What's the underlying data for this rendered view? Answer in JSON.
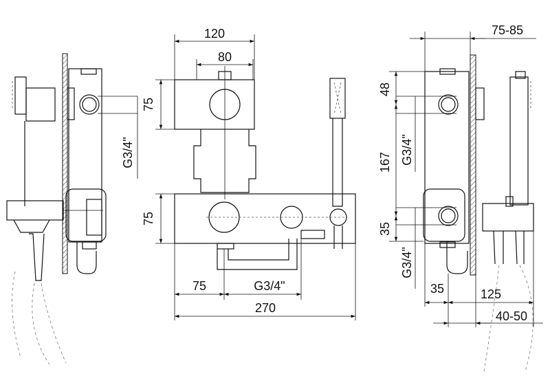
{
  "front_view": {
    "width_top": "120",
    "inner_width_top": "80",
    "height_upper": "75",
    "height_lower": "75",
    "thread_left": "G3/4\"",
    "offset_bottom": "75",
    "thread_bottom": "G3/4\"",
    "width_total": "270"
  },
  "side_view_right": {
    "depth_top": "75-85",
    "offset_upper": "48",
    "thread_upper": "G3/4\"",
    "height_middle": "167",
    "offset_lower": "35",
    "thread_lower": "G3/4\"",
    "offset_bottom": "35",
    "depth_bottom": "125",
    "spacing_bottom": "40-50"
  }
}
